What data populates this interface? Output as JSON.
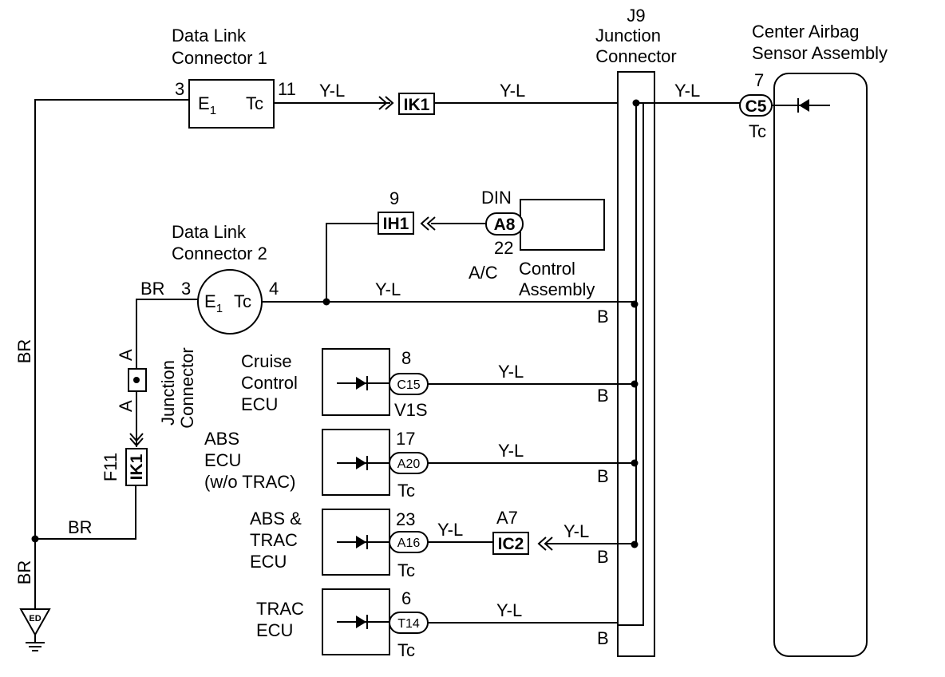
{
  "dlc1": {
    "name_line1": "Data Link",
    "name_line2": "Connector 1",
    "pin_e1": "3",
    "pin_tc": "11",
    "term_e": "E",
    "term_e_sub": "1",
    "term_tc": "Tc"
  },
  "dlc2": {
    "name_line1": "Data Link",
    "name_line2": "Connector 2",
    "pin_e1": "3",
    "pin_tc": "4",
    "term_e": "E",
    "term_e_sub": "1",
    "term_tc": "Tc"
  },
  "j9": {
    "line1": "J9",
    "line2": "Junction",
    "line3": "Connector",
    "b_labels": [
      "B",
      "B",
      "B",
      "B",
      "B"
    ]
  },
  "airbag": {
    "line1": "Center Airbag",
    "line2": "Sensor Assembly",
    "connector": "C5",
    "pin": "7",
    "term": "Tc"
  },
  "ac": {
    "connector": "A8",
    "pin_top": "DIN",
    "pin_bottom": "22",
    "label": "A/C",
    "name_line1": "Control",
    "name_line2": "Assembly"
  },
  "connectors": {
    "ik1_top": "IK1",
    "ih1": "IH1",
    "ih1_pin": "9",
    "ik1_left": "IK1",
    "ik1_left_id": "F11",
    "ic2": "IC2",
    "ic2_id": "A7"
  },
  "jc": {
    "line1": "Junction",
    "line2": "Connector",
    "term_a_top": "A",
    "term_a_bottom": "A"
  },
  "wires": {
    "dlc1_out": "Y-L",
    "ik1_out": "Y-L",
    "j9_airbag": "Y-L",
    "dlc2_out": "Y-L",
    "cruise": "Y-L",
    "abs": "Y-L",
    "abs_trac_left": "Y-L",
    "abs_trac_right": "Y-L",
    "trac": "Y-L",
    "br_left": "BR",
    "br_dlc2": "BR",
    "br_ik1": "BR",
    "br_ground": "BR"
  },
  "ground": {
    "label": "ED"
  },
  "ecus": [
    {
      "line1": "Cruise",
      "line2": "Control",
      "line3": "ECU",
      "connector": "C15",
      "pin": "8",
      "term": "V1S"
    },
    {
      "line1": "ABS",
      "line2": "ECU",
      "line3": "(w/o TRAC)",
      "connector": "A20",
      "pin": "17",
      "term": "Tc"
    },
    {
      "line1": "ABS &",
      "line2": "TRAC",
      "line3": "ECU",
      "connector": "A16",
      "pin": "23",
      "term": "Tc"
    },
    {
      "line1": "TRAC",
      "line2": "ECU",
      "line3": "",
      "connector": "T14",
      "pin": "6",
      "term": "Tc"
    }
  ]
}
